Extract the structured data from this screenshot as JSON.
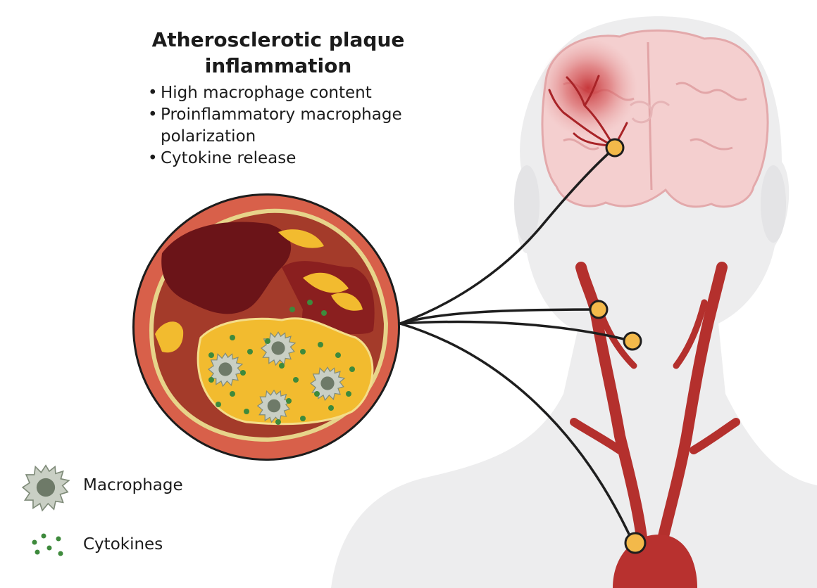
{
  "title": "Atherosclerotic plaque inflammation",
  "bullets": [
    "High macrophage content",
    "Proinflammatory macrophage polarization",
    "Cytokine release"
  ],
  "legend": {
    "macrophage": {
      "label": "Macrophage",
      "icon": "macrophage-icon"
    },
    "cytokines": {
      "label": "Cytokines",
      "icon": "cytokines-icon"
    }
  },
  "colors": {
    "artery": "#b4302d",
    "vessel_wall": "#d4523c",
    "plaque": "#f2bb2f",
    "lipid_core": "#6b1418",
    "node": "#f3b94a",
    "head": "#ececec",
    "brain": "#f3c9c9",
    "macrophage": "#8e9a88",
    "cytokine": "#3e8a3c"
  }
}
